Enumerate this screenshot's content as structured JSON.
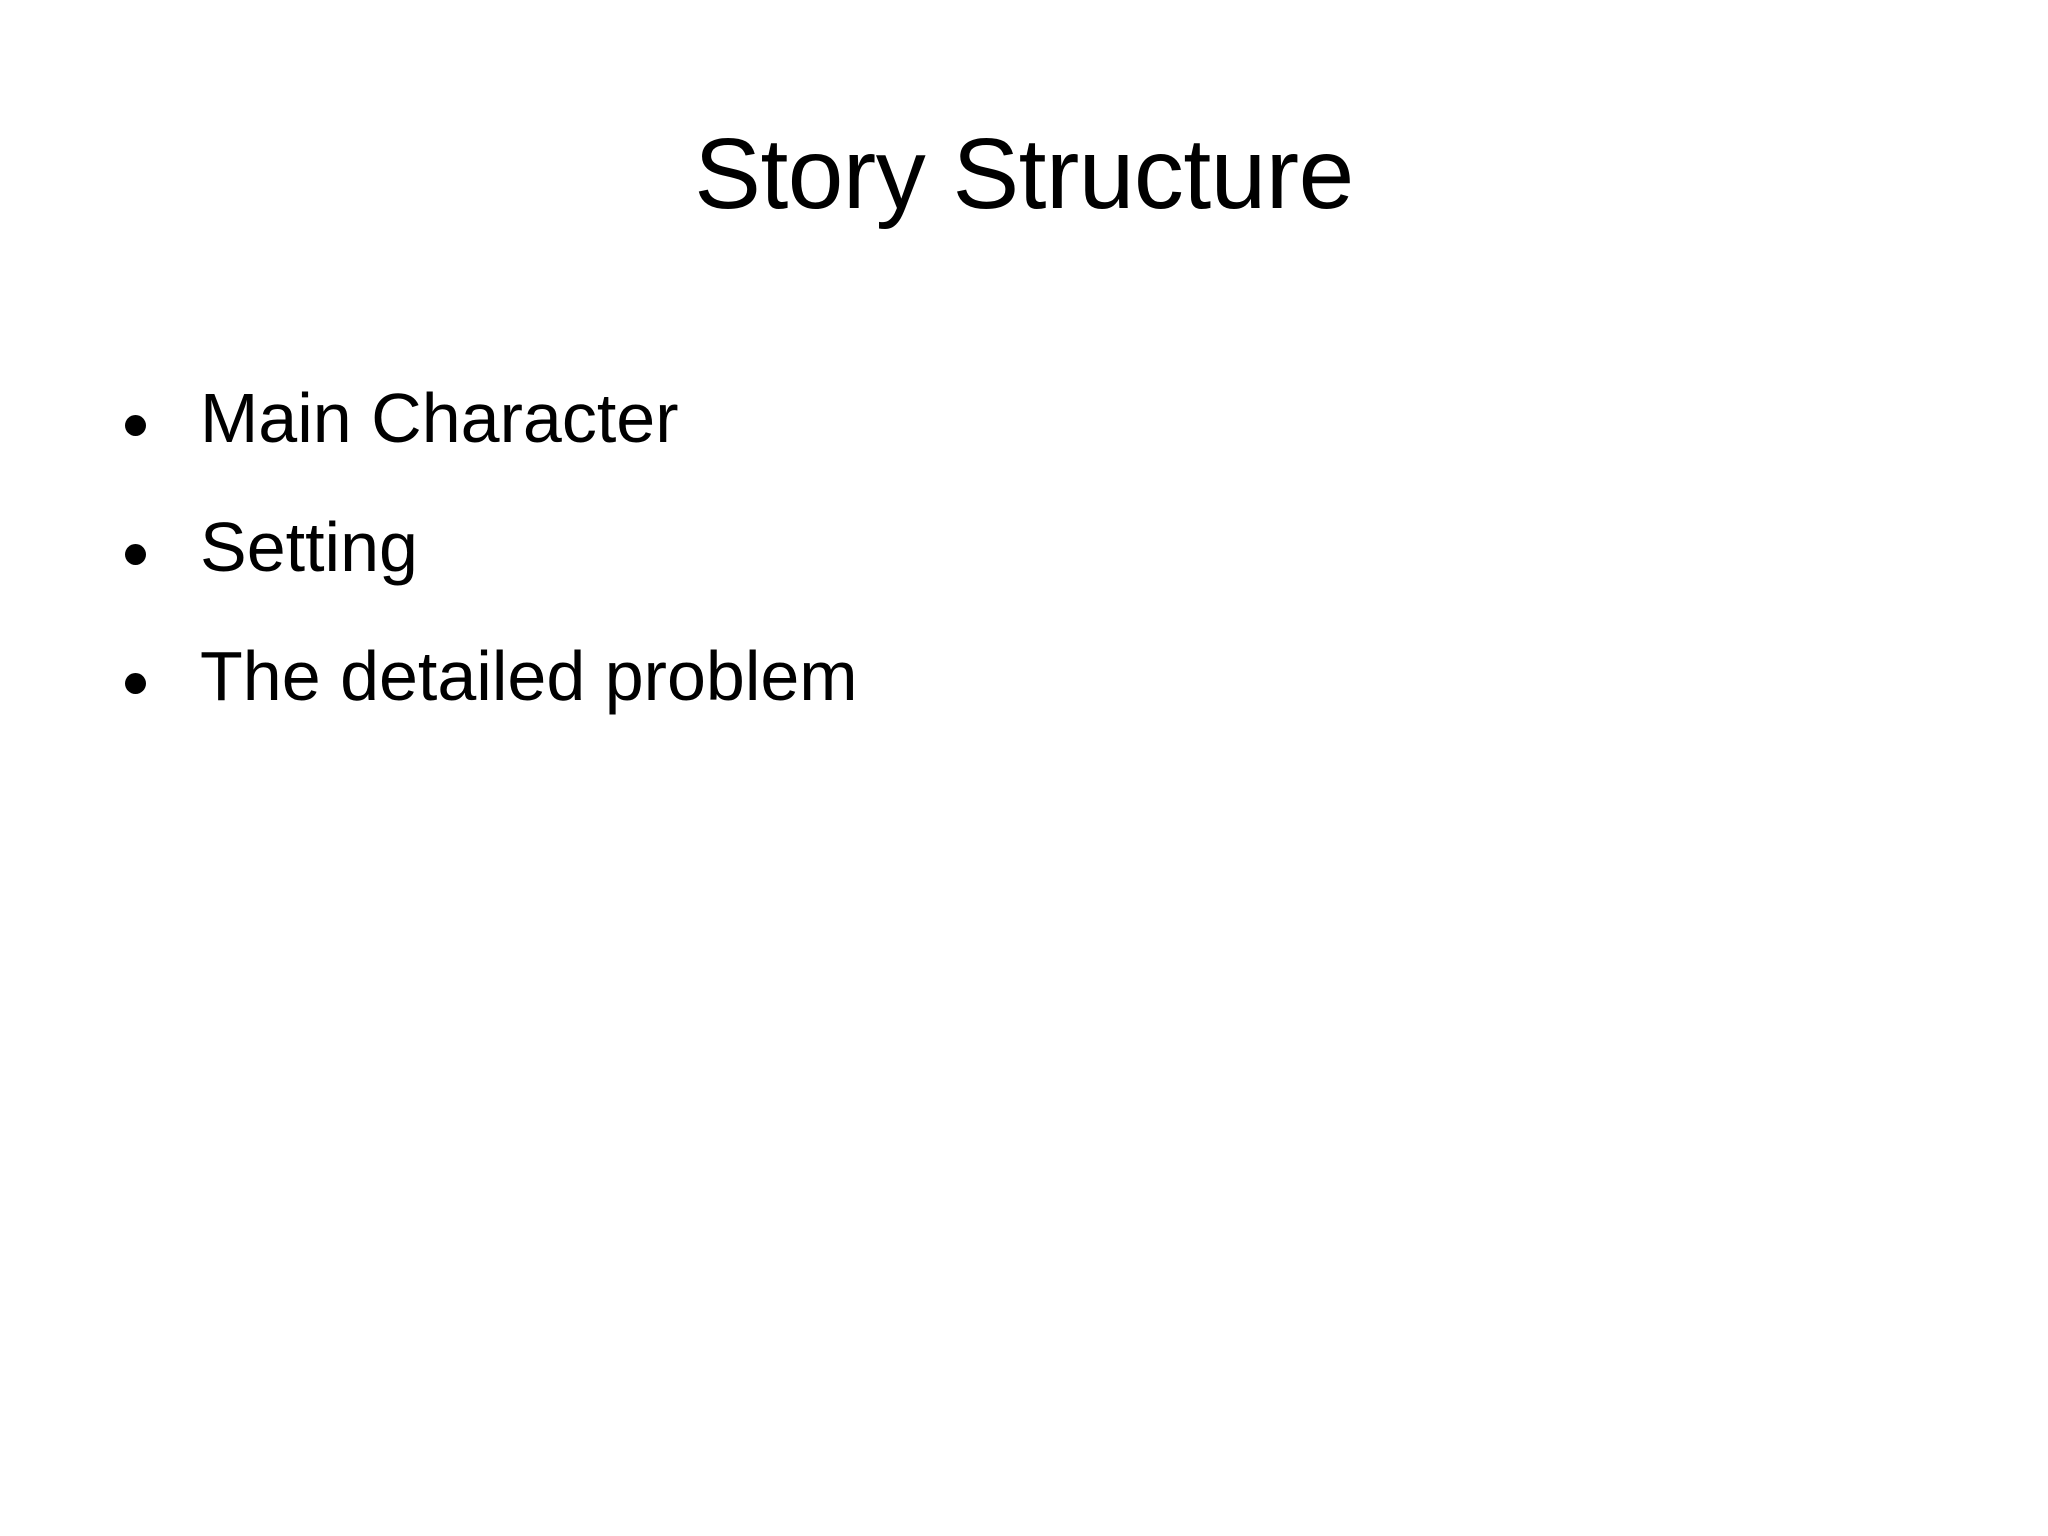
{
  "slide": {
    "title": "Story Structure",
    "background_color": "#ffffff",
    "text_color": "#000000",
    "bullets": [
      {
        "marker": "bullet-dot",
        "text": "Main Character"
      },
      {
        "marker": "bullet-dot",
        "text": "Setting"
      },
      {
        "marker": "bullet-dot",
        "text": "The detailed problem"
      }
    ]
  }
}
